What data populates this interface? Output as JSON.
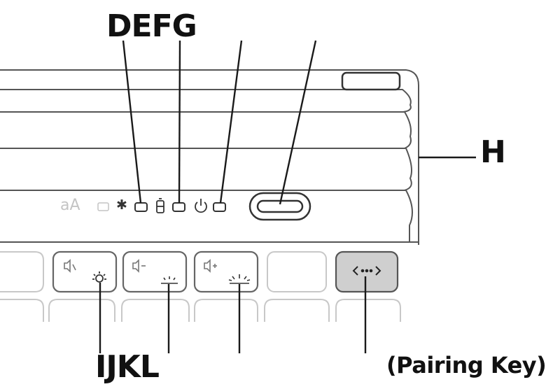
{
  "labels": {
    "top": "DEFG",
    "right": "H",
    "bottom": "IJKL",
    "pairing": "(Pairing Key)"
  },
  "indicators": {
    "case_glyph": "aA",
    "bluetooth_glyph": "✱"
  },
  "keys": [
    {
      "name": "mute-brightness-down-key",
      "icon": "speaker-mute-icon"
    },
    {
      "name": "volume-down-brightness-key",
      "icon": "volume-down-icon"
    },
    {
      "name": "volume-up-brightness-key",
      "icon": "volume-up-icon"
    },
    {
      "name": "blank-key",
      "icon": ""
    },
    {
      "name": "pairing-key",
      "icon": "pairing-arrows-icon"
    }
  ],
  "colors": {
    "line": "#1a1a1a",
    "outline": "#8a8a8a",
    "faint": "#c8c8c8",
    "pairing_fill": "#cfcfcf"
  }
}
